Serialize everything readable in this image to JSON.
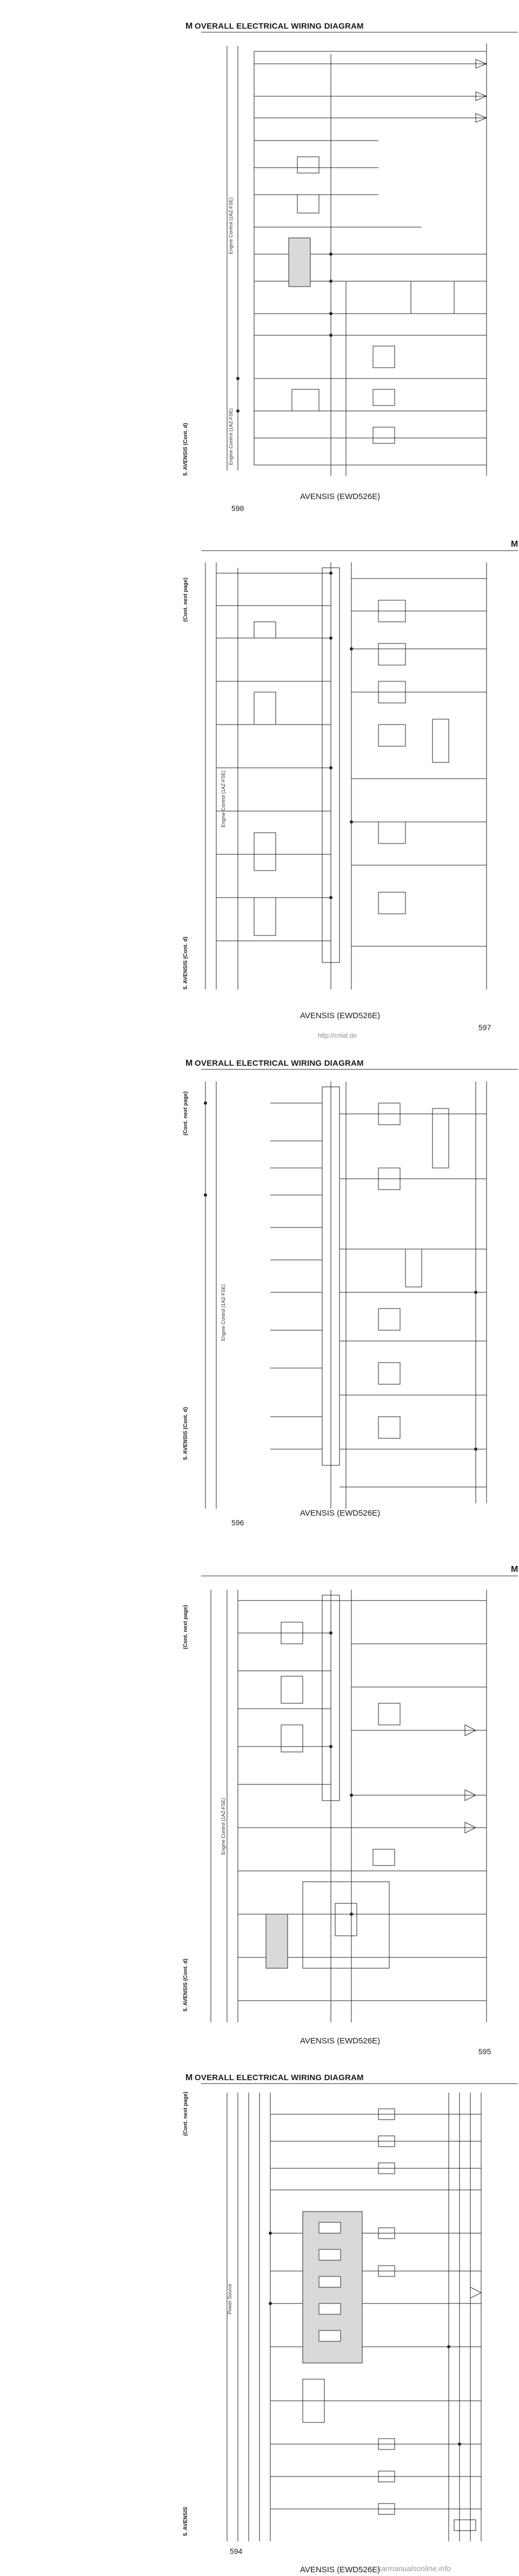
{
  "pages": [
    {
      "page_number": "598",
      "header_m": "M",
      "header_title": "OVERALL ELECTRICAL WIRING DIAGRAM",
      "model_footer": "AVENSIS (EWD526E)",
      "system_label": "5. AVENSIS (Cont. d)",
      "system_name": "Engine Control (1AZ-FSE)",
      "continuation": ""
    },
    {
      "page_number": "597",
      "header_m": "M",
      "header_title": "",
      "model_footer": "AVENSIS (EWD526E)",
      "system_label": "5. AVENSIS (Cont. d)",
      "system_name": "Engine Control (1AZ-FSE)",
      "continuation": "(Cont. next page)"
    },
    {
      "page_number": "596",
      "header_m": "M",
      "header_title": "OVERALL ELECTRICAL WIRING DIAGRAM",
      "model_footer": "AVENSIS (EWD526E)",
      "system_label": "5. AVENSIS (Cont. d)",
      "system_name": "Engine Control (1AZ-FSE)",
      "continuation": "(Cont. next page)"
    },
    {
      "page_number": "595",
      "header_m": "M",
      "header_title": "",
      "model_footer": "AVENSIS (EWD526E)",
      "system_label": "5. AVENSIS (Cont. d)",
      "system_name": "Engine Control (1AZ-FSE)",
      "continuation": "(Cont. next page)"
    },
    {
      "page_number": "594",
      "header_m": "M",
      "header_title": "OVERALL ELECTRICAL WIRING DIAGRAM",
      "model_footer": "AVENSIS (EWD526E)",
      "system_label": "5. AVENSIS",
      "system_name": "Power Source",
      "continuation": "(Cont. next page)"
    }
  ],
  "watermark": "http://cnlat.de",
  "brand": "carmanualsonline.info"
}
